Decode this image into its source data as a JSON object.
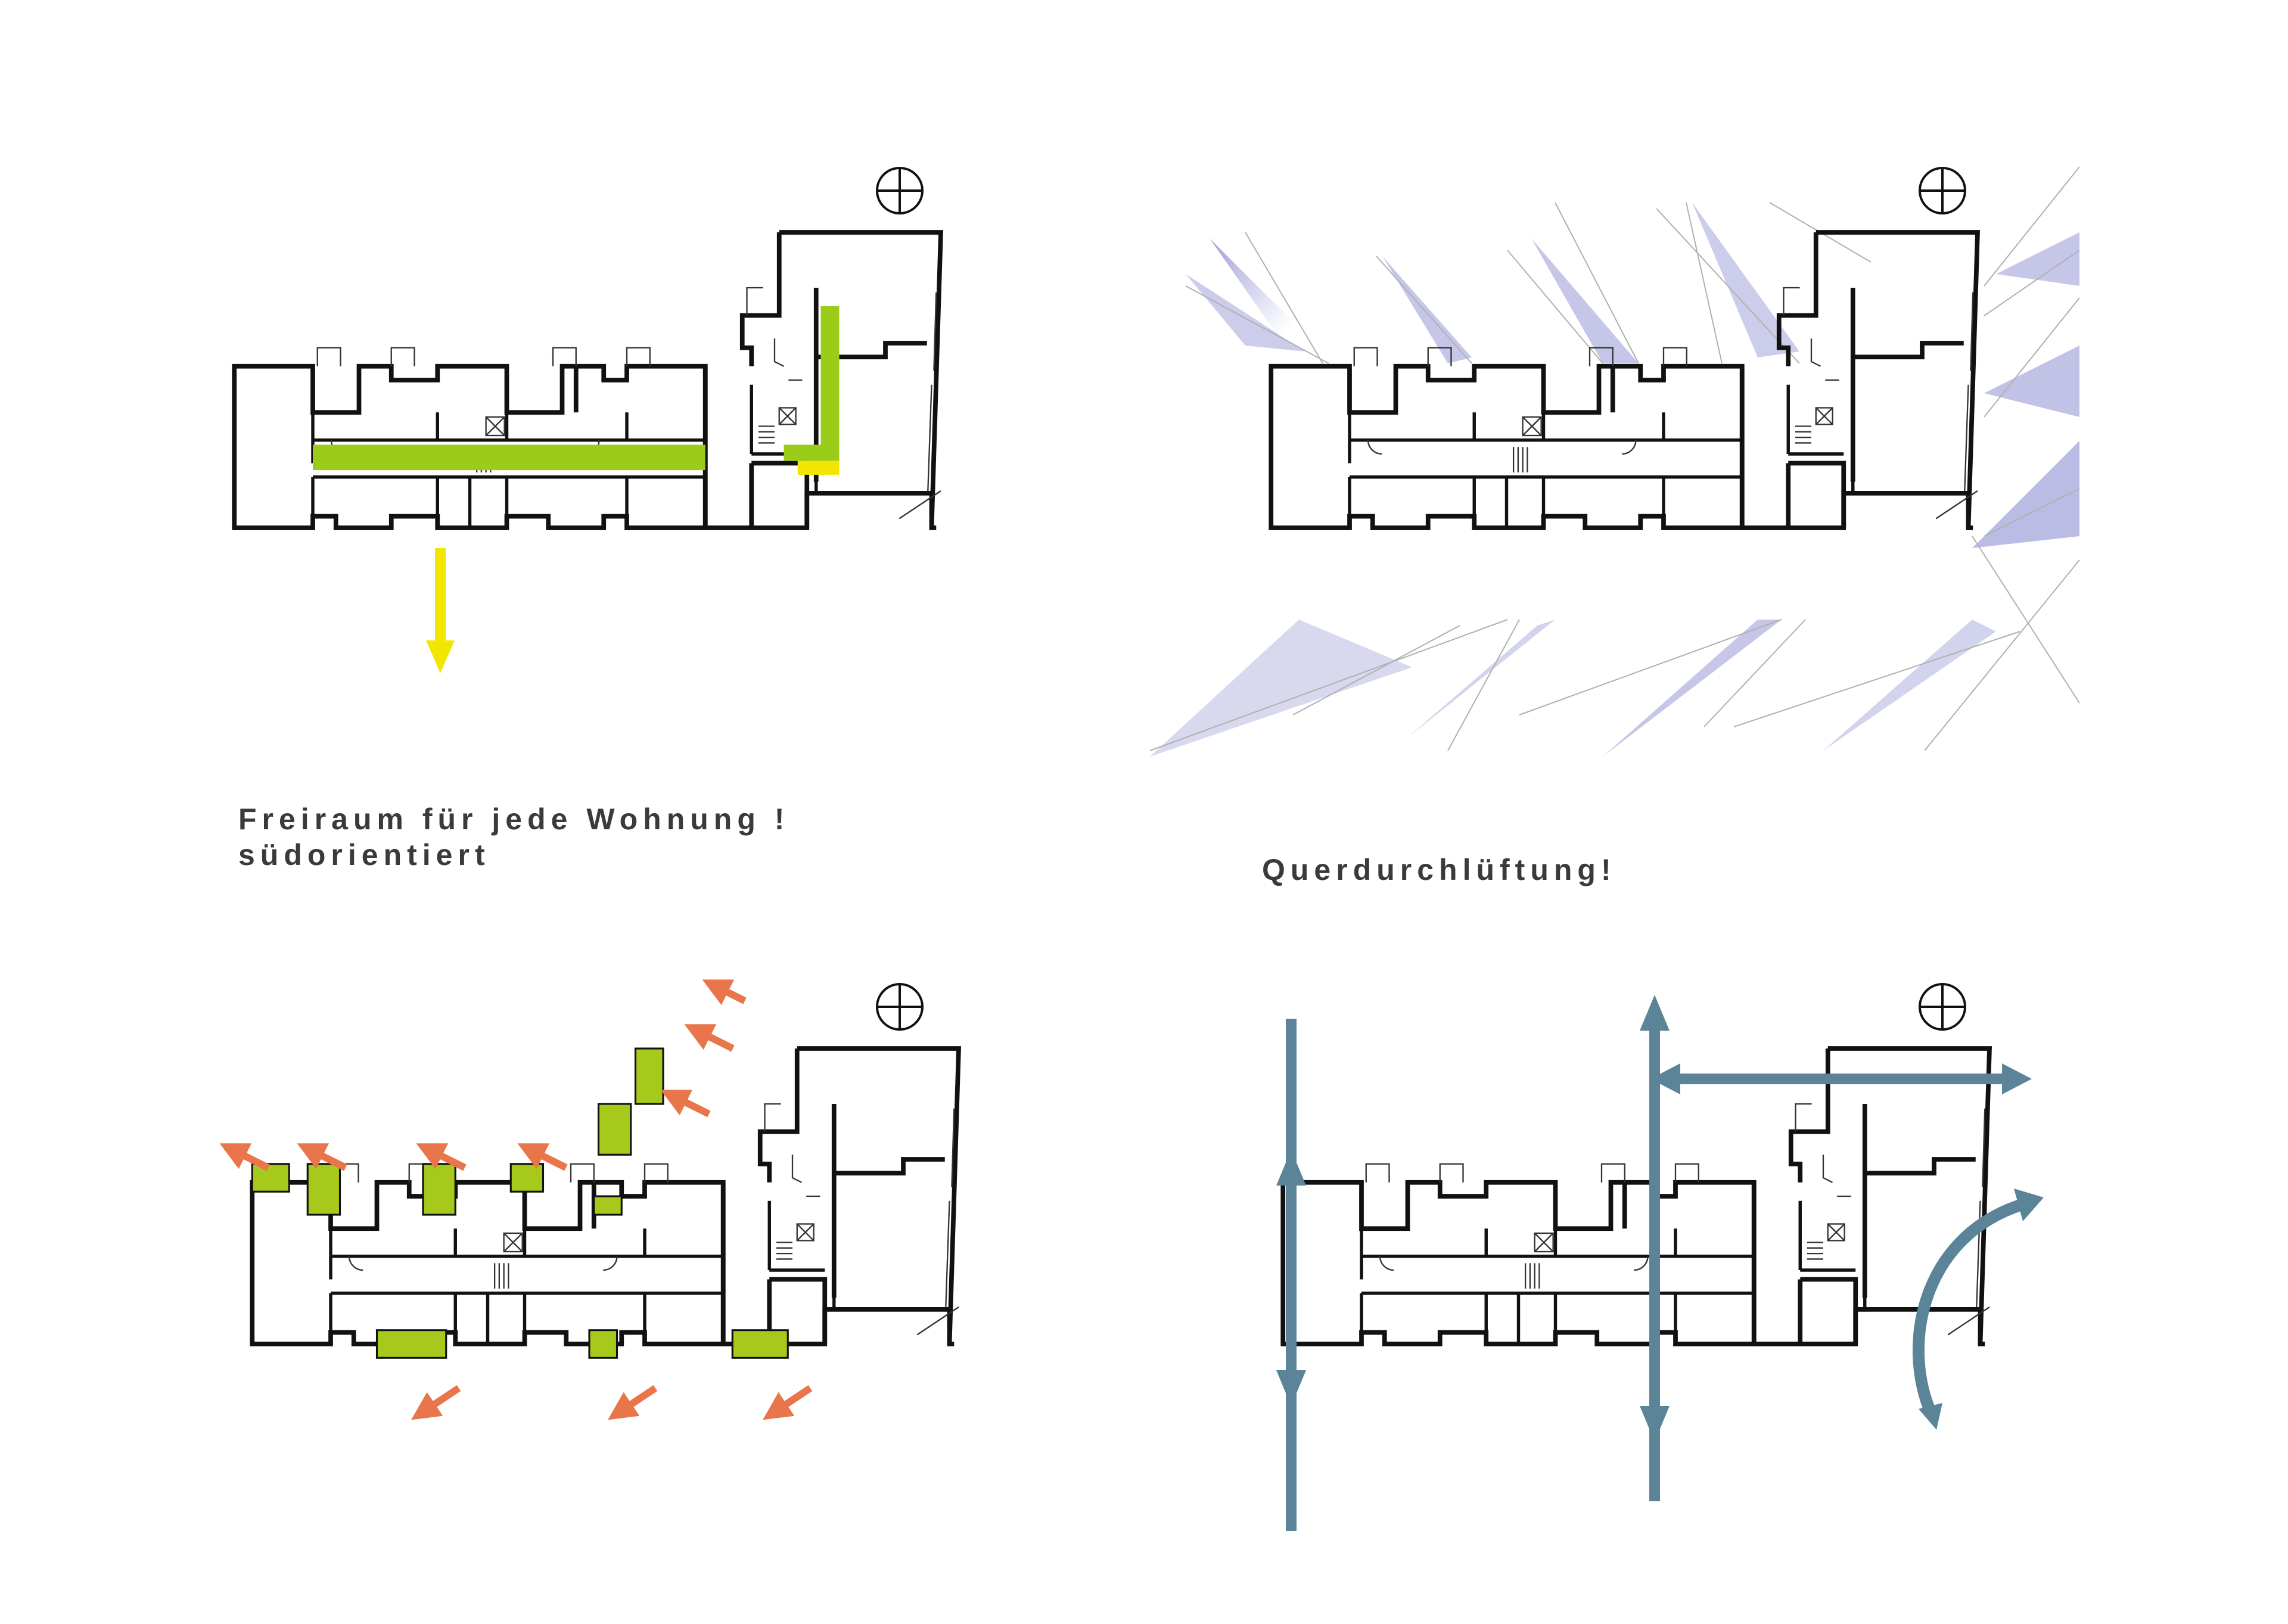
{
  "captions": {
    "freiraum": [
      "Freiraum für jede Wohnung !",
      "südorientiert"
    ],
    "querdurchlueftung": [
      "Querdurchlüftung!"
    ]
  },
  "panels": [
    {
      "id": "access",
      "north_symbol": true
    },
    {
      "id": "daylight",
      "north_symbol": true
    },
    {
      "id": "outdoor",
      "north_symbol": true
    },
    {
      "id": "ventilation",
      "north_symbol": true
    }
  ],
  "colors": {
    "wall": "#111111",
    "circulation_green": "#9ccc1a",
    "entry_yellow": "#f2e600",
    "balcony_green": "#a6c91c",
    "view_arrow": "#e9764a",
    "daylight_blue": "#8e90d2",
    "airflow_arrow": "#5b8498",
    "sightline": "#b0b0b0"
  },
  "icons": [
    "north-compass-icon",
    "arrow-icon"
  ]
}
